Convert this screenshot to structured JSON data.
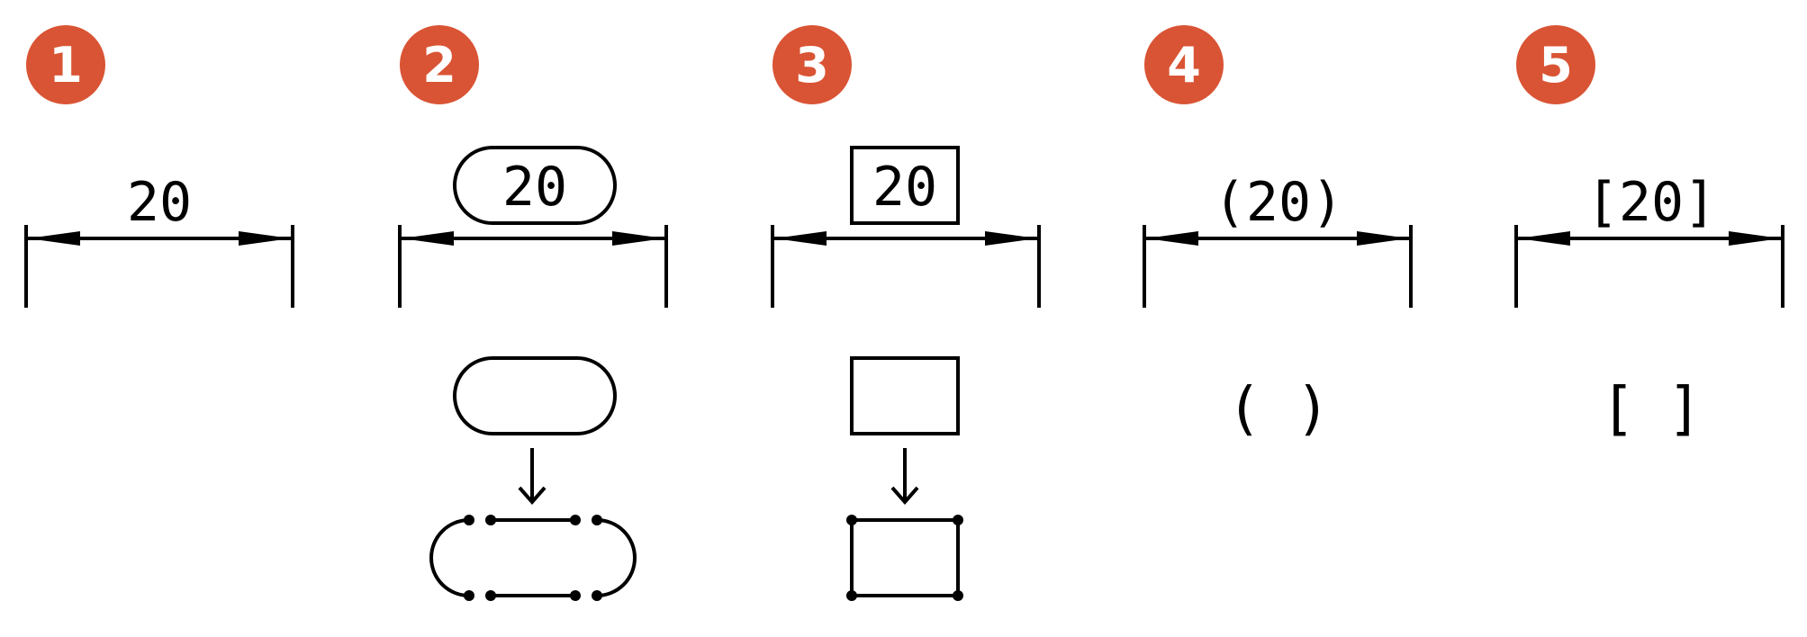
{
  "colors": {
    "badge": "#d95434",
    "line": "#000000",
    "background": "#ffffff"
  },
  "panels": [
    {
      "number": "1",
      "dimension": "20",
      "style": "plain"
    },
    {
      "number": "2",
      "dimension": "20",
      "style": "stadium"
    },
    {
      "number": "3",
      "dimension": "20",
      "style": "box"
    },
    {
      "number": "4",
      "dimension": "(20)",
      "style": "parentheses",
      "marker_open": "(",
      "marker_close": ")"
    },
    {
      "number": "5",
      "dimension": "[20]",
      "style": "brackets",
      "marker_open": "[",
      "marker_close": "]"
    }
  ]
}
